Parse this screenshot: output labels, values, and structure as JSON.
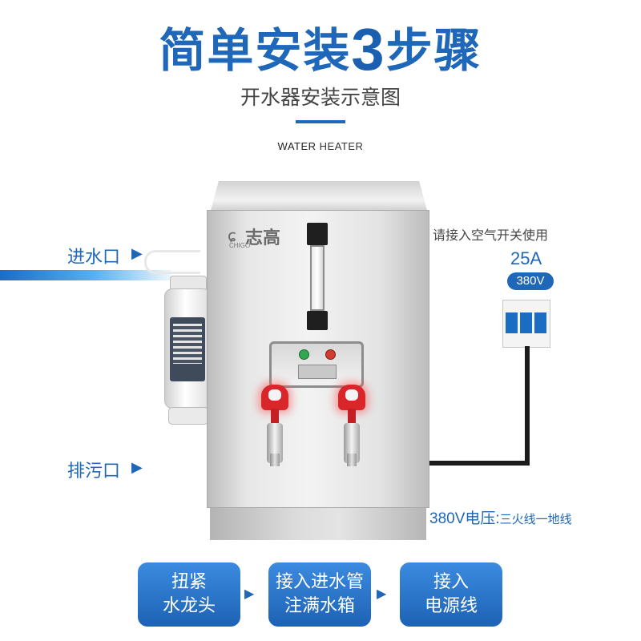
{
  "header": {
    "title_part1": "简单安装",
    "title_number": "3",
    "title_part2": "步骤",
    "subtitle": "开水器安装示意图",
    "product_label_bold": "WATER",
    "product_label_rest": " HEATER"
  },
  "heater": {
    "brand_name": "志高",
    "brand_icon": "swirl-logo-icon",
    "brand_sub": "CHIGO"
  },
  "labels": {
    "inlet": "进水口",
    "drain": "排污口",
    "breaker_note": "请接入空气开关使用",
    "current": "25A",
    "voltage_badge": "380V",
    "voltage_note_main": "380V电压:",
    "voltage_note_detail": "三火线一地线"
  },
  "steps": [
    {
      "line1": "扭紧",
      "line2": "水龙头"
    },
    {
      "line1": "接入进水管",
      "line2": "注满水箱"
    },
    {
      "line1": "接入",
      "line2": "电源线"
    }
  ],
  "colors": {
    "accent": "#1f67b8",
    "handle": "#d8262b"
  }
}
